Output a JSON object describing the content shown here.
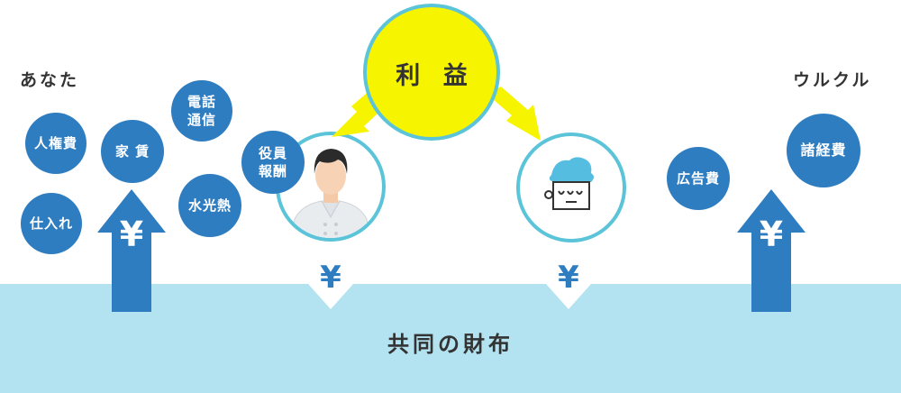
{
  "left_party": {
    "label": "あなた"
  },
  "right_party": {
    "label": "ウルクル"
  },
  "profit": {
    "label": "利 益"
  },
  "wallet": {
    "label": "共同の財布"
  },
  "costs": {
    "labor": "人権費",
    "rent": "家 賃",
    "telecom": "電話\n通信",
    "purchasing": "仕入れ",
    "utilities": "水光熱",
    "officer_pay": "役員\n報酬",
    "advertising": "広告費",
    "misc": "諸経費"
  },
  "yen_symbol": "¥",
  "icons": {
    "person": "chef-person-icon",
    "logo": "urukuru-logo-icon",
    "arrow": "up-arrow-icon"
  },
  "colors": {
    "cost_circle": "#2f7dc1",
    "profit_circle": "#f7f400",
    "wallet": "#b3e3f0",
    "ring": "#5bc4d8",
    "arrow_up": "#2f7dc1"
  }
}
